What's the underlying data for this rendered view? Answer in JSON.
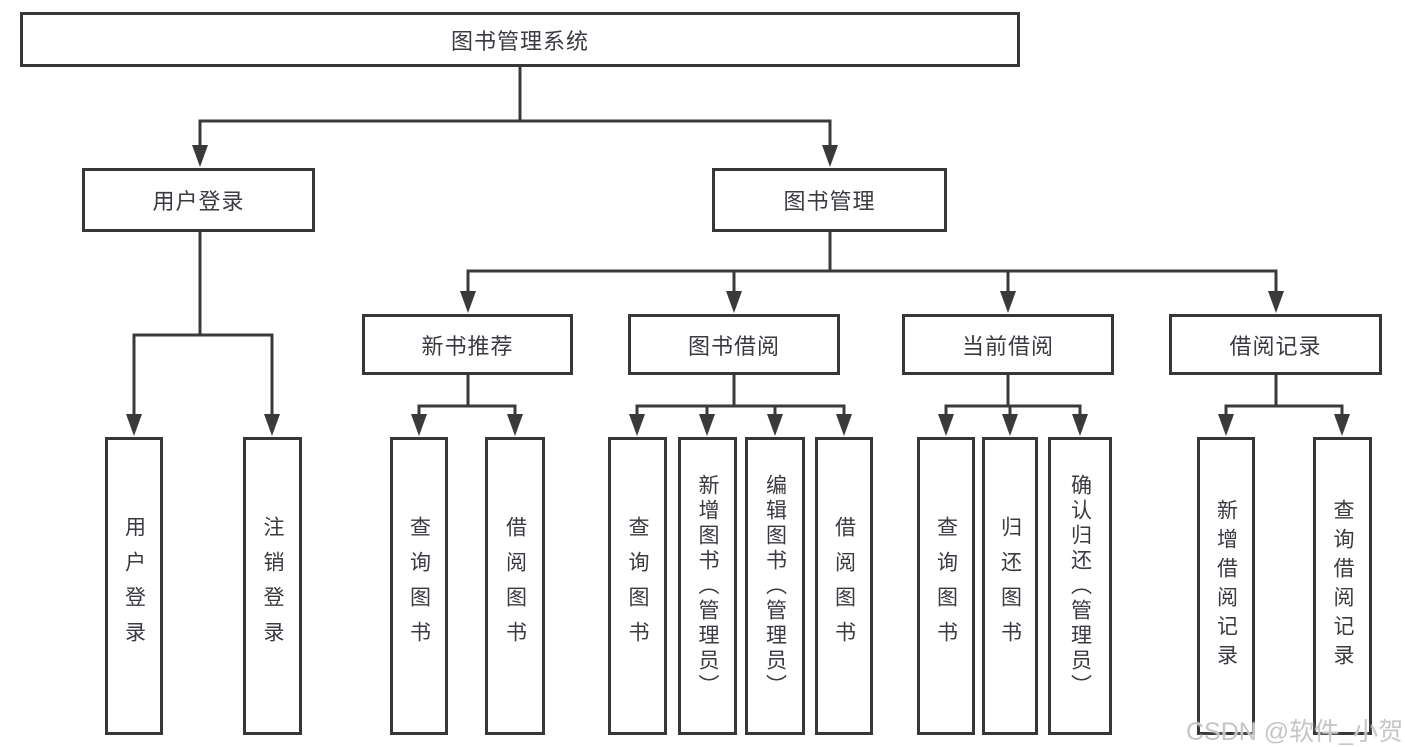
{
  "root": {
    "label": "图书管理系统"
  },
  "level2": [
    {
      "label": "用户登录"
    },
    {
      "label": "图书管理"
    }
  ],
  "level3": [
    {
      "label": "新书推荐"
    },
    {
      "label": "图书借阅"
    },
    {
      "label": "当前借阅"
    },
    {
      "label": "借阅记录"
    }
  ],
  "leaves": {
    "user_login": [
      {
        "label": "用户登录"
      },
      {
        "label": "注销登录"
      }
    ],
    "new_book_recommend": [
      {
        "label": "查询图书"
      },
      {
        "label": "借阅图书"
      }
    ],
    "book_borrow": [
      {
        "label": "查询图书"
      },
      {
        "label": "新增图书（管理员）"
      },
      {
        "label": "编辑图书（管理员）"
      },
      {
        "label": "借阅图书"
      }
    ],
    "current_borrow": [
      {
        "label": "查询图书"
      },
      {
        "label": "归还图书"
      },
      {
        "label": "确认归还（管理员）"
      }
    ],
    "borrow_records": [
      {
        "label": "新增借阅记录"
      },
      {
        "label": "查询借阅记录"
      }
    ]
  },
  "watermark": {
    "text": "CSDN @软件_小贺同学"
  },
  "colors": {
    "line": "#3a3a3a",
    "box_border": "#373737",
    "text": "#3a3a40",
    "watermark": "#c6c6c6",
    "background": "#ffffff"
  }
}
